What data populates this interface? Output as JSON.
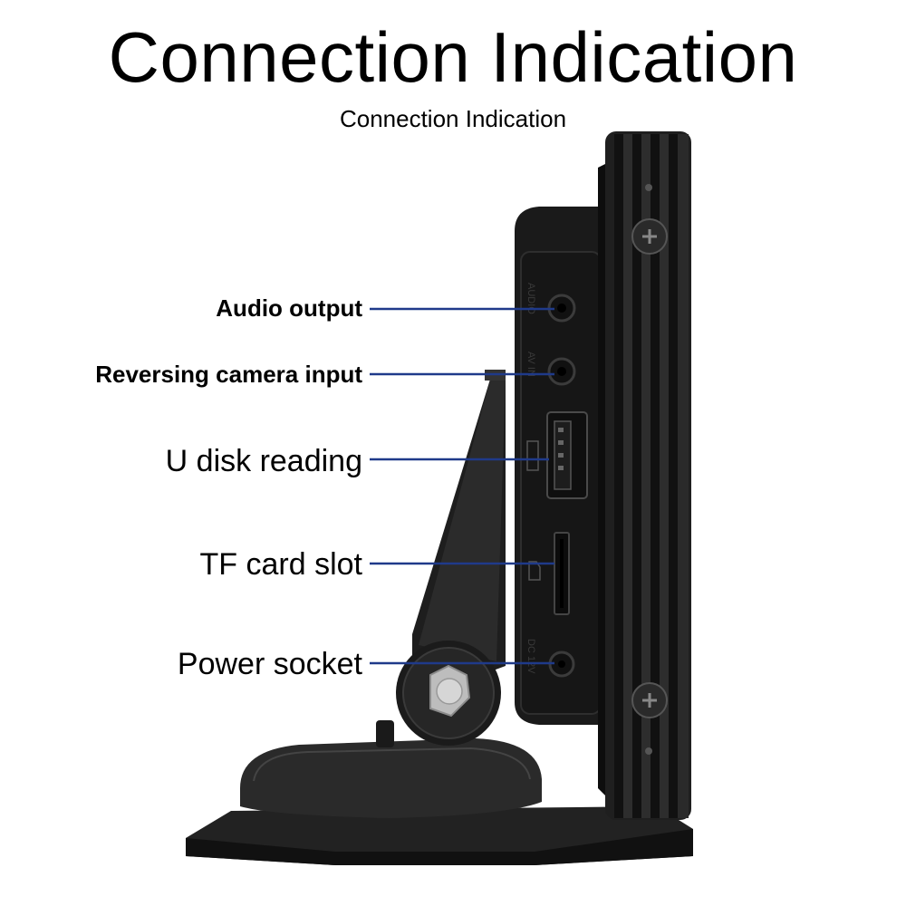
{
  "title": "Connection Indication",
  "subtitle": "Connection Indication",
  "callouts": [
    {
      "label": "Audio output",
      "icon": "audio-jack-icon"
    },
    {
      "label": "Reversing camera input",
      "icon": "av-in-jack-icon"
    },
    {
      "label": "U disk reading",
      "icon": "usb-port-icon"
    },
    {
      "label": "TF card slot",
      "icon": "tf-slot-icon"
    },
    {
      "label": "Power socket",
      "icon": "dc-socket-icon"
    }
  ],
  "ports": {
    "audio": "AUDIO",
    "avin": "AV IN",
    "dc": "DC 12V"
  },
  "colors": {
    "leader_line": "#1f3a8a",
    "device_body": "#1c1c1c",
    "background": "#ffffff"
  }
}
